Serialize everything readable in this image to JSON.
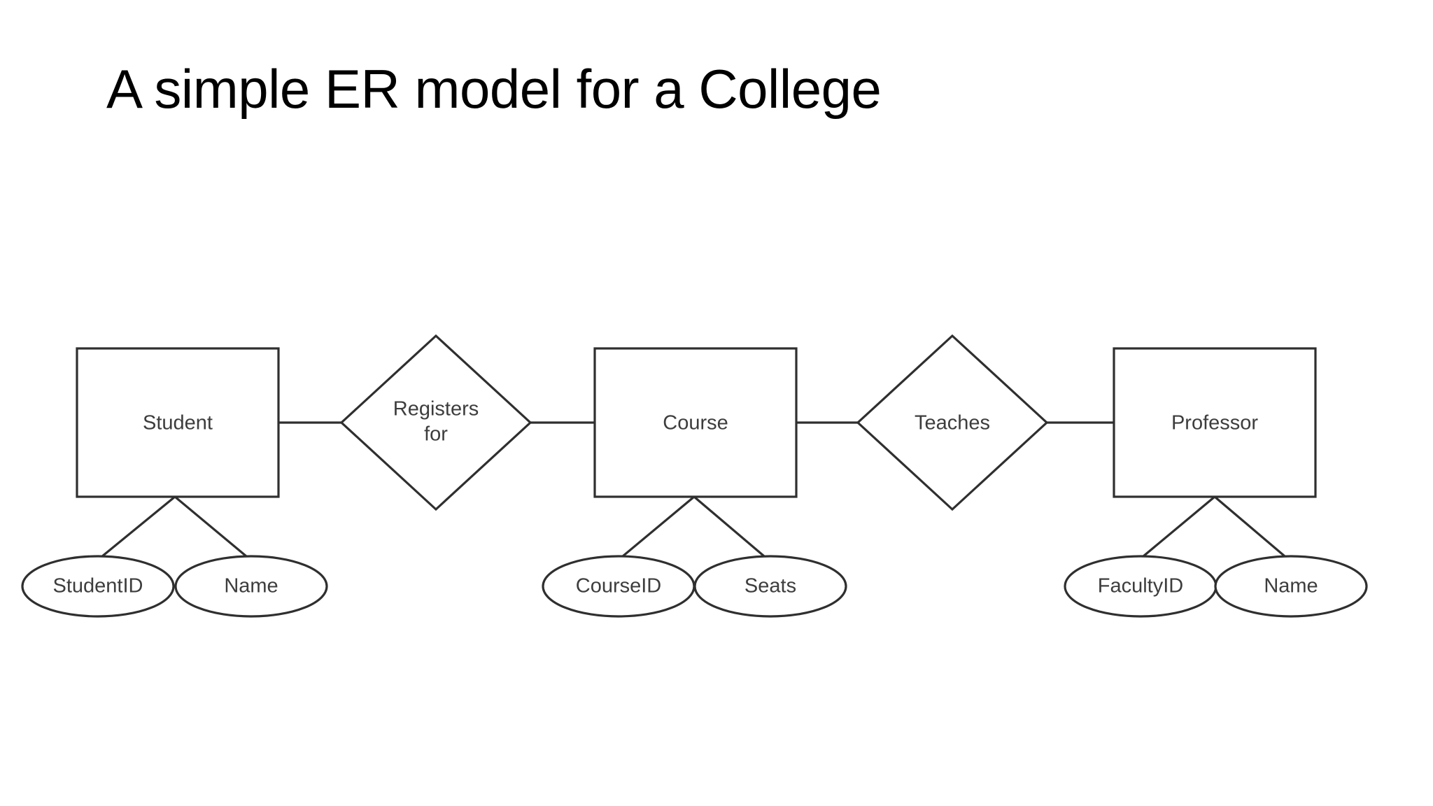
{
  "slide": {
    "title": "A simple ER model for a College",
    "background_color": "#ffffff",
    "stroke_color": "#2f2f2f",
    "label_color": "#3d3d3d",
    "title_color": "#000000"
  },
  "diagram": {
    "type": "entity-relationship",
    "entities": [
      {
        "id": "student",
        "label": "Student",
        "attributes": [
          {
            "id": "student-id",
            "label": "StudentID"
          },
          {
            "id": "student-name",
            "label": "Name"
          }
        ]
      },
      {
        "id": "course",
        "label": "Course",
        "attributes": [
          {
            "id": "course-id",
            "label": "CourseID"
          },
          {
            "id": "course-seats",
            "label": "Seats"
          }
        ]
      },
      {
        "id": "professor",
        "label": "Professor",
        "attributes": [
          {
            "id": "faculty-id",
            "label": "FacultyID"
          },
          {
            "id": "professor-name",
            "label": "Name"
          }
        ]
      }
    ],
    "relationships": [
      {
        "id": "registers-for",
        "label_line1": "Registers",
        "label_line2": "for",
        "label": "Registers for",
        "from": "Student",
        "to": "Course"
      },
      {
        "id": "teaches",
        "label_line1": "Teaches",
        "label_line2": "",
        "label": "Teaches",
        "from": "Course",
        "to": "Professor"
      }
    ]
  }
}
